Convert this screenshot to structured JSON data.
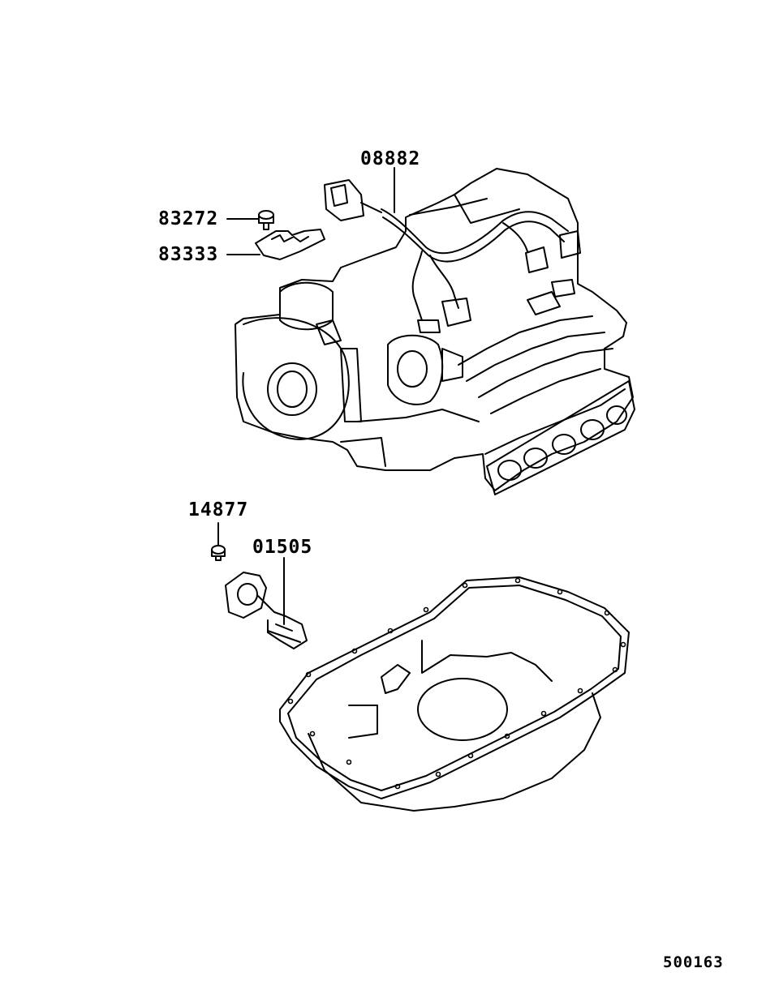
{
  "diagram": {
    "id": "500163",
    "parts": [
      {
        "number": "08882",
        "icon": "wiring-harness-icon"
      },
      {
        "number": "83272",
        "icon": "bolt-icon"
      },
      {
        "number": "83333",
        "icon": "bracket-icon"
      },
      {
        "number": "14877",
        "icon": "screw-icon"
      },
      {
        "number": "01505",
        "icon": "oil-level-sensor-icon"
      }
    ]
  }
}
